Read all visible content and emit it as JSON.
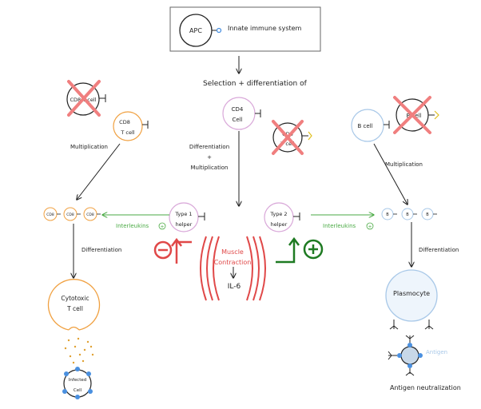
{
  "innate_box": {
    "apc_label": "APC",
    "title": "Innate immune system"
  },
  "selection_text": "Selection + differentiation of",
  "cd8_top_crossed": "CD8 T cell",
  "cd8_cell": {
    "line1": "CD8",
    "line2": "T cell"
  },
  "cd4_cell": {
    "line1": "CD4",
    "line2": "Cell"
  },
  "cd4_crossed": {
    "line1": "CD4",
    "line2": "T cell"
  },
  "b_cell": "B cell",
  "b_cell_crossed": "B cell",
  "left_multiplication": "Multiplication",
  "right_multiplication": "Multiplication",
  "center_diff": {
    "line1": "Differentiation",
    "line2": "+",
    "line3": "Multiplication"
  },
  "cd8_small": [
    "CD8",
    "CD8",
    "CD8"
  ],
  "b_small": [
    "B",
    "B",
    "B"
  ],
  "type1": {
    "line1": "Type 1",
    "line2": "helper"
  },
  "type2": {
    "line1": "Type 2",
    "line2": "helper"
  },
  "interleukins_left": "Interleukins",
  "interleukins_right": "Interleukins",
  "plus_symbol": "+",
  "left_differentiation": "Differentiation",
  "right_differentiation": "Differentiation",
  "muscle": {
    "line1": "Muscle",
    "line2": "Contraction"
  },
  "il6": "IL-6",
  "cytotoxic": {
    "line1": "Cytotoxic",
    "line2": "T cell"
  },
  "infected": {
    "line1": "Infected",
    "line2": "Cell"
  },
  "plasmocyte": "Plasmocyte",
  "antigen_label": "Antigen",
  "antigen_neutralization": "Antigen neutralization",
  "colors": {
    "orange": "#f0a040",
    "purple": "#d9a8d9",
    "blue": "#a8c8e8",
    "green": "#4aaa44",
    "dark_green": "#1e7a22",
    "red": "#e04848",
    "cross": "#f07f7f",
    "dot": "#4a90e0",
    "yellow": "#e0c020"
  }
}
